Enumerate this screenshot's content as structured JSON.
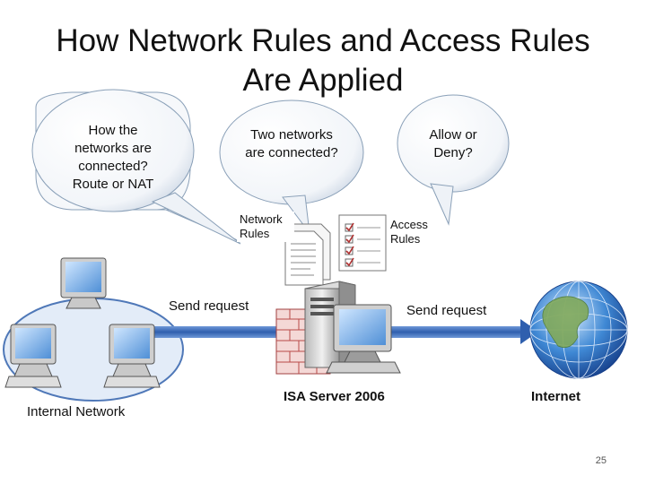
{
  "title": {
    "line1": "How Network Rules and Access Rules",
    "line2": "Are Applied"
  },
  "bubbles": {
    "connected_route": "How the networks are connected? Route or NAT",
    "two_networks": "Two networks are connected?",
    "allow_deny": "Allow or Deny?"
  },
  "rule_boxes": {
    "network_rules": "Network Rules",
    "access_rules": "Access Rules"
  },
  "arrows": {
    "left_send": "Send request",
    "right_send": "Send request"
  },
  "nodes": {
    "internal": "Internal Network",
    "isa": "ISA Server 2006",
    "internet": "Internet"
  },
  "page_number": "25",
  "colors": {
    "arrow": "#3a68b8",
    "bubble_fill": "#ffffff",
    "bubble_edge": "#6f8aa8",
    "network_ellipse": "#dfe9f7",
    "firewall": "#c0504d"
  },
  "icons": [
    "computer-icon",
    "server-icon",
    "firewall-icon",
    "document-icon",
    "checklist-icon",
    "globe-icon"
  ]
}
